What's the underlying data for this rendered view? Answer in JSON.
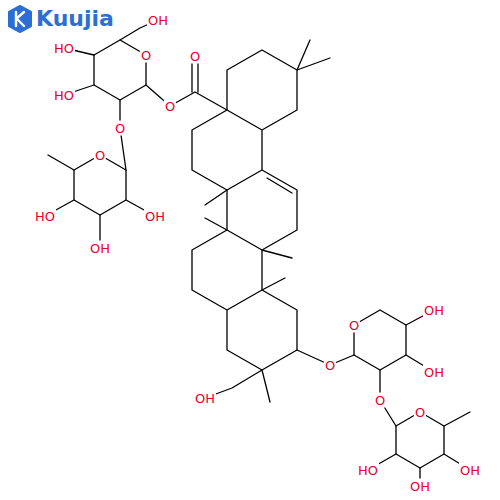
{
  "diagram": {
    "labels": [
      "Kuujia",
      "OH",
      "O",
      "O",
      "HO",
      "O",
      "HO",
      "O",
      "O",
      "OH",
      "HO",
      "OH",
      "O",
      "OH",
      "O",
      "OH",
      "OH",
      "O",
      "O",
      "HO",
      "OH",
      "OH"
    ]
  }
}
